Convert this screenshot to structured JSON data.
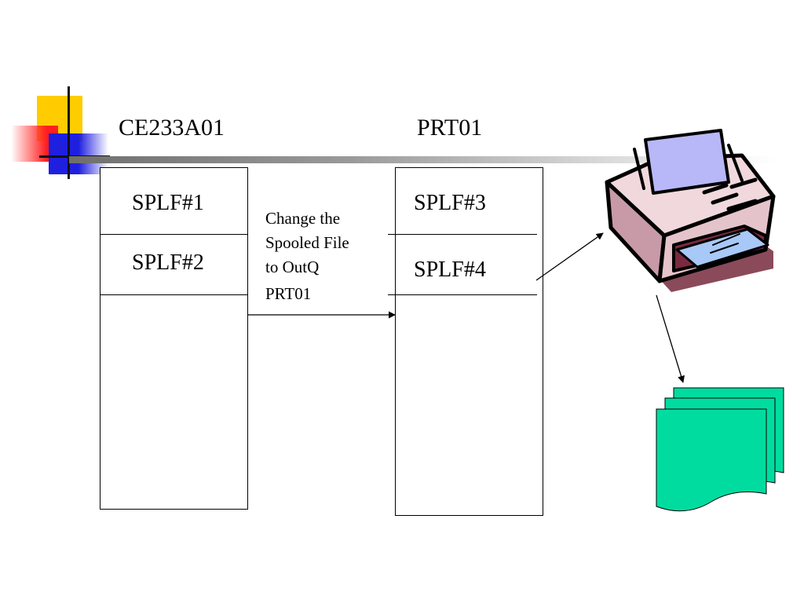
{
  "source_queue": {
    "title": "CE233A01",
    "files": [
      "SPLF#1",
      "SPLF#2"
    ]
  },
  "target_queue": {
    "title": "PRT01",
    "files": [
      "SPLF#3",
      "SPLF#4"
    ]
  },
  "action_note": [
    "Change the",
    "Spooled File",
    "to OutQ",
    "PRT01"
  ],
  "colors": {
    "logo_yellow": "#ffcc00",
    "logo_red": "#ff2020",
    "logo_blue": "#1f1fe0",
    "printout_green": "#00dca0",
    "printer_body": "#f0d8dc",
    "paper_lavender": "#b8b8f8"
  },
  "icons": [
    "printer-icon",
    "printed-pages-icon"
  ]
}
